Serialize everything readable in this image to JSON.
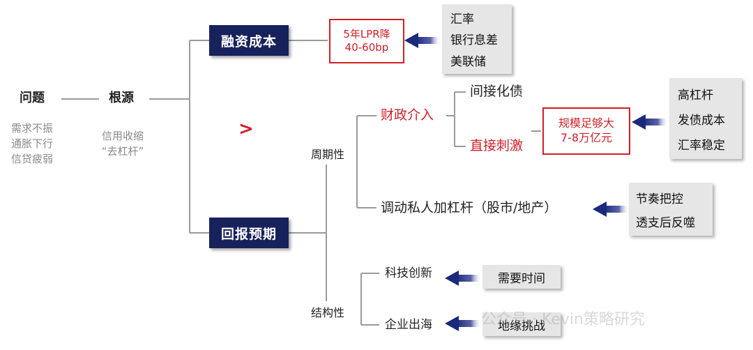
{
  "root": {
    "problem": "问题",
    "problem_items": [
      "需求不振",
      "通胀下行",
      "信贷疲弱"
    ],
    "source": "根源",
    "source_items": [
      "信用收缩",
      "“去杠杆”"
    ],
    "compare_symbol": ">"
  },
  "financing": {
    "title": "融资成本",
    "target_line1": "5年LPR降",
    "target_line2": "40-60bp",
    "factors": [
      "汇率",
      "银行息差",
      "美联储"
    ]
  },
  "returns": {
    "title": "回报预期",
    "cyclical": "周期性",
    "fiscal": "财政介入",
    "indirect": "间接化债",
    "direct": "直接刺激",
    "scale_line1": "规模足够大",
    "scale_line2": "7-8万亿元",
    "scale_factors": [
      "高杠杆",
      "发债成本",
      "汇率稳定"
    ],
    "leverage": "调动私人加杠杆（股市/地产）",
    "leverage_factors": [
      "节奏把控",
      "透支后反噬"
    ],
    "structural": "结构性",
    "tech": "科技创新",
    "tech_note": "需要时间",
    "overseas": "企业出海",
    "overseas_note": "地缘挑战"
  },
  "watermark": "公众号 · Kevin策略研究",
  "colors": {
    "navy": "#17215c",
    "red": "#d21f26",
    "arrow": "#2b3a8c",
    "line": "#9a9a9a",
    "grey_box": "#e6e6e6",
    "muted_text": "#8a8a8a"
  }
}
